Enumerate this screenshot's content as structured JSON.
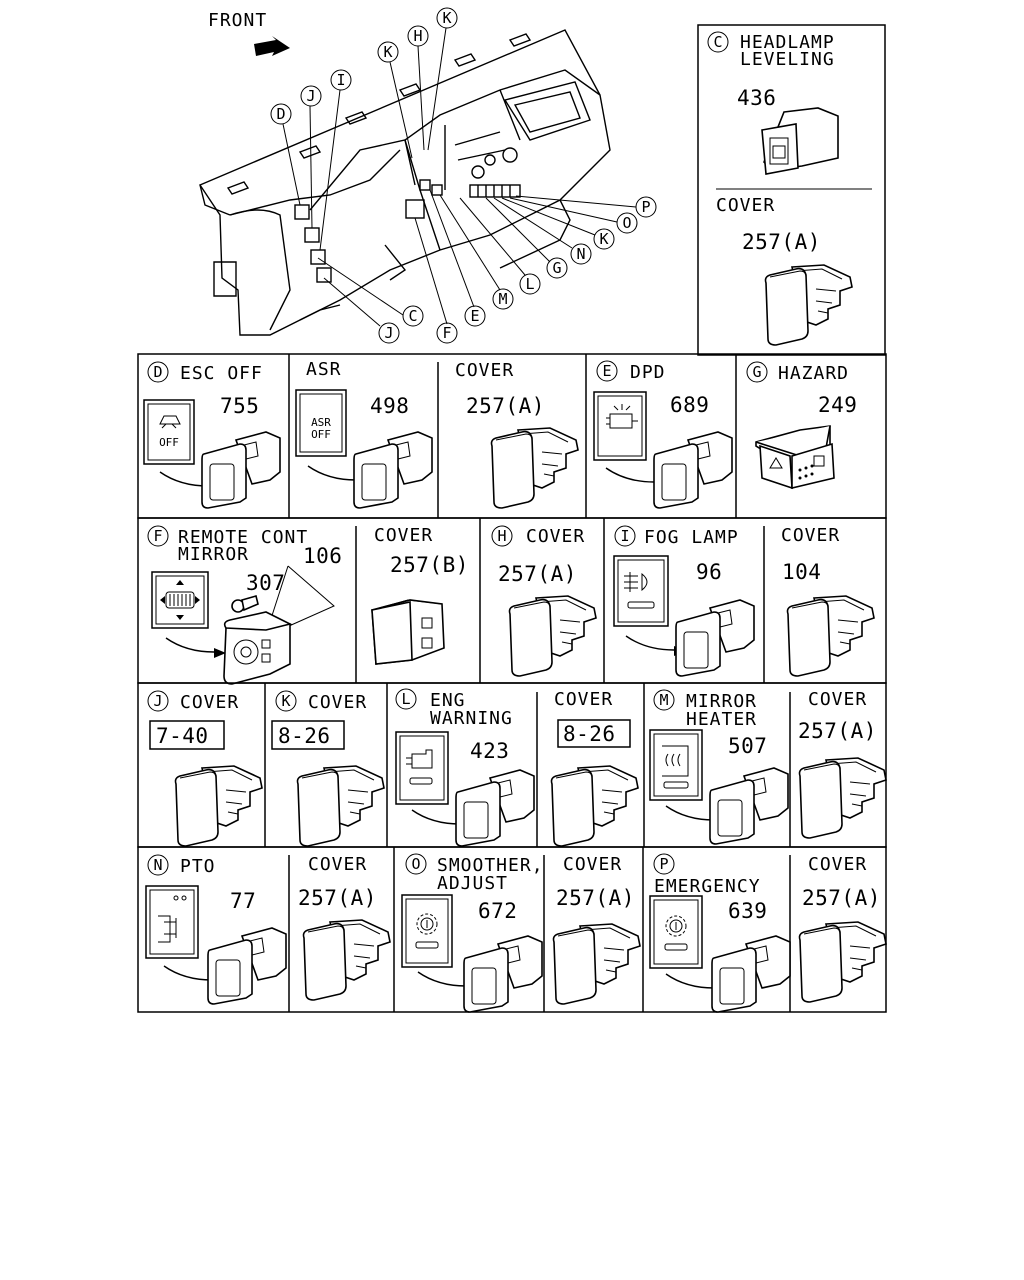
{
  "overview": {
    "front_label": "FRONT",
    "callouts": [
      "D",
      "J",
      "I",
      "K",
      "H",
      "K",
      "P",
      "O",
      "K",
      "N",
      "G",
      "L",
      "M",
      "E",
      "F",
      "C",
      "J"
    ]
  },
  "panels": {
    "C": {
      "letter": "C",
      "title_line1": "HEADLAMP",
      "title_line2": "LEVELING",
      "part": "436",
      "cover_label": "COVER",
      "cover_part": "257(A)"
    },
    "D": {
      "letter": "D",
      "title": "ESC OFF",
      "part": "755",
      "icon_text": "OFF"
    },
    "ASR": {
      "title": "ASR",
      "part": "498",
      "icon_line1": "ASR",
      "icon_line2": "OFF"
    },
    "D_cover": {
      "cover_label": "COVER",
      "cover_part": "257(A)"
    },
    "E": {
      "letter": "E",
      "title": "DPD",
      "part": "689"
    },
    "G": {
      "letter": "G",
      "title": "HAZARD",
      "part": "249"
    },
    "F": {
      "letter": "F",
      "title_line1": "REMOTE CONT",
      "title_line2": "MIRROR",
      "part_a": "106",
      "part_b": "307"
    },
    "F_cover": {
      "cover_label": "COVER",
      "cover_part": "257(B)"
    },
    "H": {
      "letter": "H",
      "cover_label": "COVER",
      "cover_part": "257(A)"
    },
    "I": {
      "letter": "I",
      "title": "FOG LAMP",
      "part": "96"
    },
    "I_cover": {
      "cover_label": "COVER",
      "cover_part": "104"
    },
    "J": {
      "letter": "J",
      "cover_label": "COVER",
      "ref": "7-40"
    },
    "K": {
      "letter": "K",
      "cover_label": "COVER",
      "ref": "8-26"
    },
    "L": {
      "letter": "L",
      "title_line1": "ENG",
      "title_line2": "WARNING",
      "part": "423"
    },
    "L_cover": {
      "cover_label": "COVER",
      "ref": "8-26"
    },
    "M": {
      "letter": "M",
      "title_line1": "MIRROR",
      "title_line2": "HEATER",
      "part": "507"
    },
    "M_cover": {
      "cover_label": "COVER",
      "cover_part": "257(A)"
    },
    "N": {
      "letter": "N",
      "title": "PTO",
      "part": "77"
    },
    "N_cover": {
      "cover_label": "COVER",
      "cover_part": "257(A)"
    },
    "O": {
      "letter": "O",
      "title_line1": "SMOOTHER,",
      "title_line2": "ADJUST",
      "part": "672"
    },
    "O_cover": {
      "cover_label": "COVER",
      "cover_part": "257(A)"
    },
    "P": {
      "letter": "P",
      "title": "EMERGENCY",
      "part": "639"
    },
    "P_cover": {
      "cover_label": "COVER",
      "cover_part": "257(A)"
    }
  }
}
